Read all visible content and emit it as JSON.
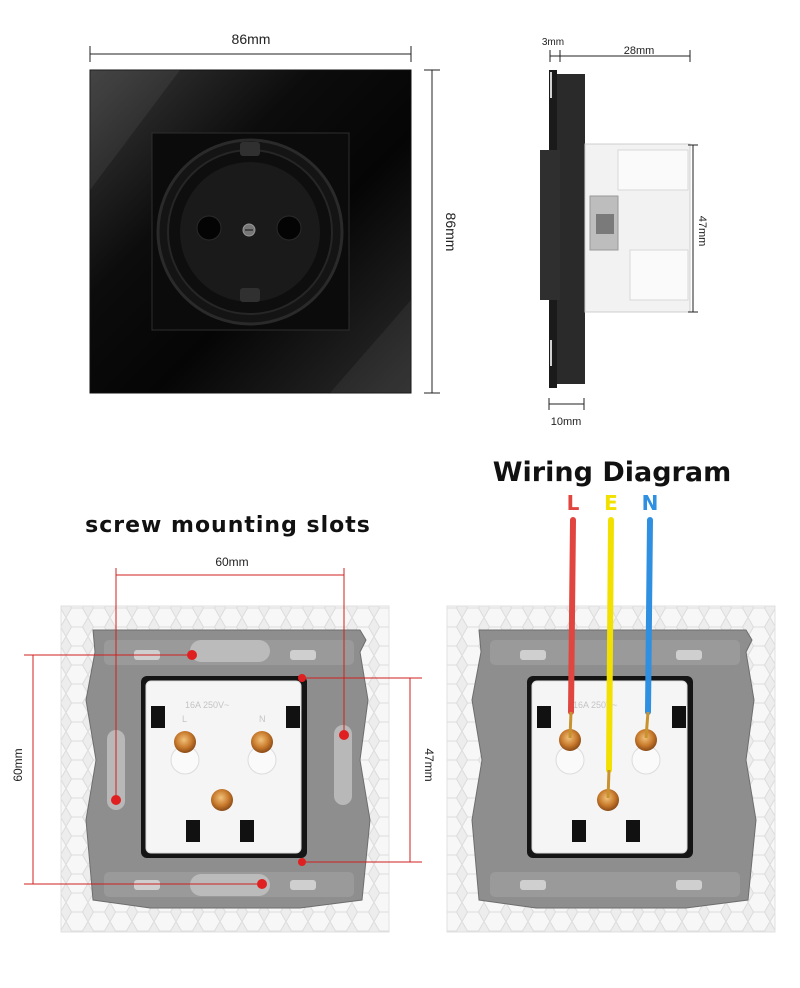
{
  "front": {
    "width_label": "86mm",
    "height_label": "86mm"
  },
  "side": {
    "plate_label": "3mm",
    "depth_label": "28mm",
    "height_label": "47mm",
    "base_label": "10mm"
  },
  "mounting": {
    "title": "screw mounting slots",
    "horizontal_label": "60mm",
    "vertical_label": "60mm",
    "inner_label": "47mm",
    "rating": "16A 250V~",
    "l_mark": "L",
    "n_mark": "N"
  },
  "wiring": {
    "title": "Wiring Diagram",
    "l": "L",
    "e": "E",
    "n": "N",
    "rating": "16A 250V~",
    "colors": {
      "l": "#e0453f",
      "e": "#f2e000",
      "n": "#2f8fe0"
    }
  }
}
